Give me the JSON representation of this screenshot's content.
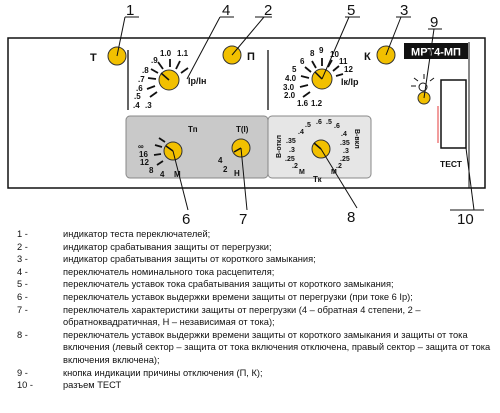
{
  "device": {
    "model": "МРТ4-МП",
    "indicator_t": "Т",
    "indicator_p": "П",
    "indicator_k": "К",
    "knob_ip_scale": [
      ".4",
      ".5",
      ".6",
      ".7",
      ".8",
      ".9",
      "1.0",
      "1.1"
    ],
    "knob_ip_extra": ".3",
    "knob_ip_label": "Iр/Iн",
    "knob_ik_scale_left": [
      "1.6",
      "2.0",
      "3.0",
      "4.0",
      "5"
    ],
    "knob_ik_scale_top": [
      "6",
      "8",
      "9",
      "10",
      "11",
      "12"
    ],
    "knob_ik_extra": "1.2",
    "knob_ik_label": "Iк/Iр",
    "knob_tp_label": "Тп",
    "knob_tp_scale": [
      "∞",
      "16",
      "12",
      "8",
      "4",
      "М"
    ],
    "knob_ti_label": "Т(I)",
    "knob_ti_scale": [
      "4",
      "2",
      "Н"
    ],
    "knob_tk_label": "Тк",
    "knob_tk_scale_left": [
      ".6",
      ".5",
      ".4",
      ".35",
      ".3",
      ".25",
      ".2",
      "М"
    ],
    "knob_tk_scale_right": [
      ".5",
      ".6",
      ".4",
      ".35",
      ".3",
      ".25",
      ".2",
      "М"
    ],
    "tk_label_left": "В-откл",
    "tk_label_right": "В-вкл",
    "test_label": "ТЕСТ"
  },
  "callouts": [
    "1",
    "2",
    "3",
    "4",
    "5",
    "6",
    "7",
    "8",
    "9",
    "10"
  ],
  "legend": [
    {
      "num": "1 -",
      "text": "индикатор теста переключателей;"
    },
    {
      "num": "2 -",
      "text": "индикатор срабатывания защиты от перегрузки;"
    },
    {
      "num": "3 -",
      "text": "индикатор срабатывания защиты от короткого замыкания;"
    },
    {
      "num": "4 -",
      "text": "переключатель номинального тока расцепителя;"
    },
    {
      "num": "5 -",
      "text": "переключатель уставок тока срабатывания защиты от короткого замыкания;"
    },
    {
      "num": "6 -",
      "text": "переключатель уставок выдержки времени защиты от перегрузки (при токе 6 Iр);"
    },
    {
      "num": "7 -",
      "text": "переключатель характеристики защиты от перегрузки (4 – обратная 4 степени, 2 – обратноквадратичная, Н – независимая от тока);"
    },
    {
      "num": "8 -",
      "text": "переключатель уставок выдержки времени защиты от короткого замыкания и защиты от тока включения (левый сектор – защита от тока включения отключена, правый сектор – защита от тока включения включена);"
    },
    {
      "num": "9 -",
      "text": "кнопка индикации причины отключения (П, К);"
    },
    {
      "num": "10 -",
      "text": "разъем ТЕСТ"
    }
  ]
}
